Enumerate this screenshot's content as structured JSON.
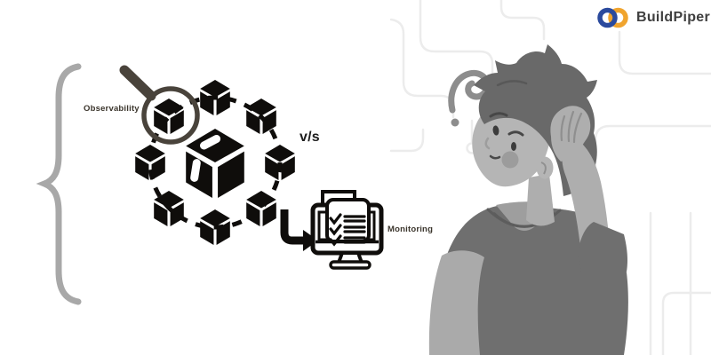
{
  "brand": {
    "name": "BuildPiper",
    "logo_blue": "#2b4a9d",
    "logo_orange": "#f0a42e"
  },
  "diagram": {
    "left_label": "Observability",
    "versus_label": "v/s",
    "right_label": "Monitoring",
    "brace_glyph": "{",
    "satellite_cube_count": 8,
    "checklist_row_count": 3
  },
  "illustration": {
    "subject": "confused person scratching head",
    "question_mark_glyph": "?"
  },
  "icons": [
    "magnifier-icon",
    "cube-cluster-icon",
    "center-cube-icon",
    "elbow-arrow-icon",
    "monitor-checklist-icon",
    "question-mark-icon",
    "infinity-logo-icon",
    "circuit-pattern"
  ],
  "colors": {
    "icon_black": "#0f0d0b",
    "label_text": "#3b352c",
    "brace_gray": "#a8a8a8",
    "magnifier_gray": "#49433b",
    "circuit_gray": "#ececec",
    "person_hair": "#696969",
    "person_skin": "#b5b5b5",
    "person_shirt": "#6f6f6f",
    "question_mark": "#8d8d8d"
  }
}
